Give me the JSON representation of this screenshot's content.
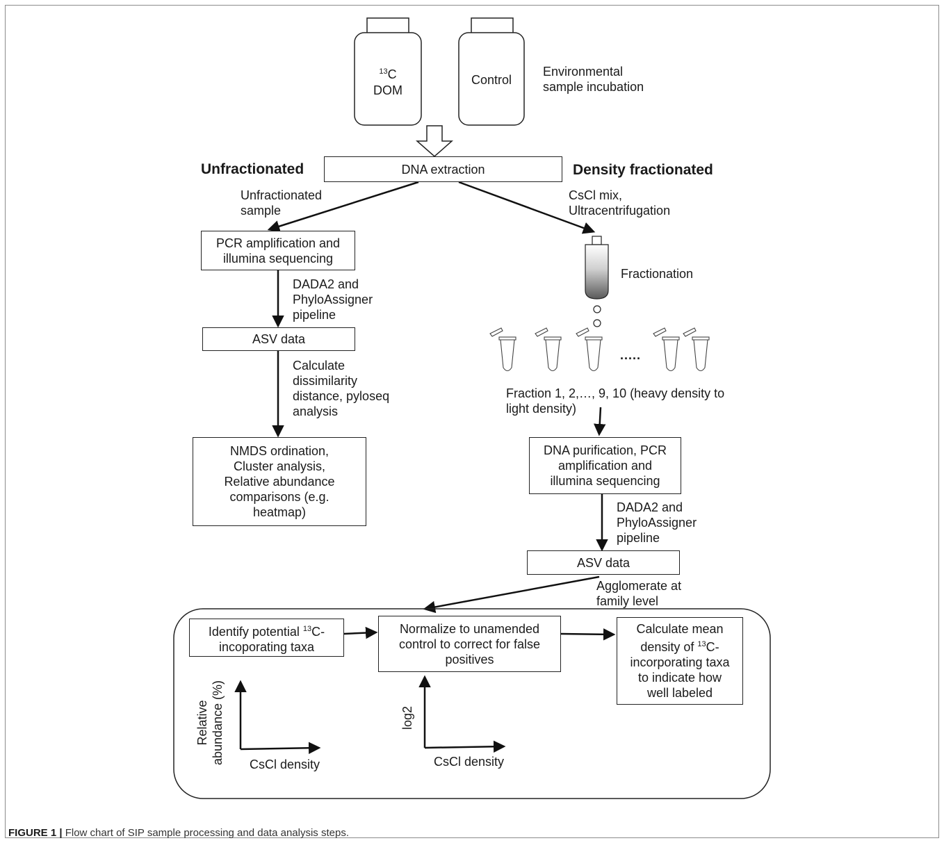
{
  "figure": {
    "caption_label": "FIGURE 1 |",
    "caption_text": " Flow chart of SIP sample processing and data analysis steps."
  },
  "incubation": {
    "bottle_13c_sup": "13",
    "bottle_13c_line1": "C",
    "bottle_13c_line2": "DOM",
    "bottle_control": "Control",
    "label_line1": "Environmental",
    "label_line2": "sample incubation"
  },
  "headings": {
    "left": "Unfractionated",
    "right": "Density fractionated"
  },
  "steps": {
    "dna_extraction": "DNA extraction",
    "unfrac_sample_line1": "Unfractionated",
    "unfrac_sample_line2": "sample",
    "cscl_line1": "CsCl mix,",
    "cscl_line2": "Ultracentrifugation",
    "pcr_left_line1": "PCR amplification and",
    "pcr_left_line2": "illumina sequencing",
    "dada2_left_line1": "DADA2 and",
    "dada2_left_line2": "PhyloAssigner",
    "dada2_left_line3": "pipeline",
    "asv_left": "ASV data",
    "calc_line1": "Calculate",
    "calc_line2": "dissimilarity",
    "calc_line3": "distance, pyloseq",
    "calc_line4": "analysis",
    "nmds_line1": "NMDS ordination,",
    "nmds_line2": "Cluster analysis,",
    "nmds_line3": "Relative abundance",
    "nmds_line4": "comparisons (e.g.",
    "nmds_line5": "heatmap)",
    "fractionation": "Fractionation",
    "ellipsis": ".....",
    "fraction_line1": "Fraction 1, 2,…, 9, 10 (heavy density to",
    "fraction_line2": "light density)",
    "dna_pur_line1": "DNA purification, PCR",
    "dna_pur_line2": "amplification and",
    "dna_pur_line3": "illumina sequencing",
    "dada2_right_line1": "DADA2 and",
    "dada2_right_line2": "PhyloAssigner",
    "dada2_right_line3": "pipeline",
    "asv_right": "ASV data",
    "agglom_line1": "Agglomerate at",
    "agglom_line2": "family level"
  },
  "analysis": {
    "identify_pre": "Identify potential ",
    "identify_sup": "13",
    "identify_post": "C-",
    "identify_line2": "incoporating taxa",
    "normalize_line1": "Normalize to unamended",
    "normalize_line2": "control to correct for false",
    "normalize_line3": "positives",
    "calcmean_line1": "Calculate mean",
    "calcmean_pre": "density of ",
    "calcmean_sup": "13",
    "calcmean_post": "C-",
    "calcmean_line3": "incorporating taxa",
    "calcmean_line4": "to indicate how",
    "calcmean_line5": "well labeled",
    "axis1_y_line1": "Relative",
    "axis1_y_line2": "abundance (%)",
    "axis1_x": "CsCl density",
    "axis2_y": "log2",
    "axis2_x": "CsCl density"
  }
}
